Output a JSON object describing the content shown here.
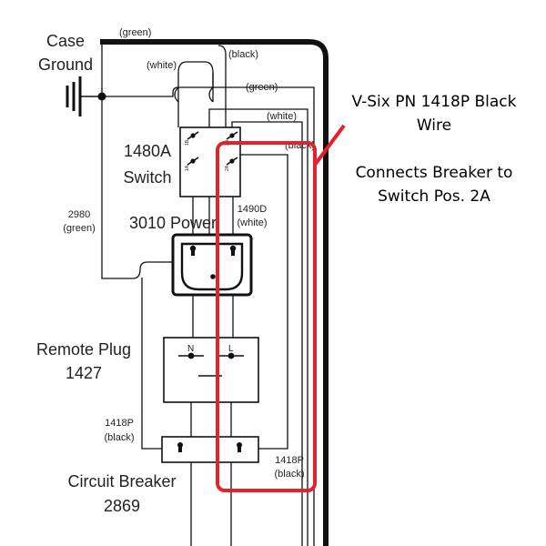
{
  "labels": {
    "case_ground_1": "Case",
    "case_ground_2": "Ground",
    "switch_1": "1480A",
    "switch_2": "Switch",
    "power": "3010 Power",
    "remote_plug_1": "Remote Plug",
    "remote_plug_2": "1427",
    "breaker_1": "Circuit Breaker",
    "breaker_2": "2869"
  },
  "wire_labels": {
    "green_top": "(green)",
    "black_top": "(black)",
    "white_top": "(white)",
    "green_mid": "(green)",
    "white_mid": "(white)",
    "black_mid": "(black)",
    "ground_num": "2980",
    "ground_color": "(green)",
    "power_num": "1490D",
    "power_color": "(white)",
    "left_1418p_num": "1418P",
    "left_1418p_color": "(black)",
    "right_1418p_num": "1418P",
    "right_1418p_color": "(black)"
  },
  "terminal_labels": {
    "neutral": "N",
    "line": "L",
    "sw_1b": "1B",
    "sw_2b": "2B",
    "sw_1a": "1A",
    "sw_2a": "2A"
  },
  "callout": {
    "title_1": "V-Six PN 1418P Black",
    "title_2": "Wire",
    "desc_1": "Connects Breaker to",
    "desc_2": "Switch Pos. 2A",
    "color": "#e3222b"
  }
}
